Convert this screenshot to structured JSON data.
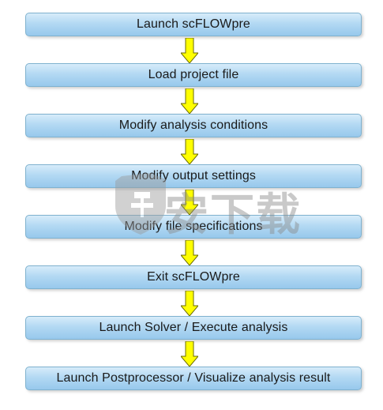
{
  "steps": [
    {
      "label": "Launch scFLOWpre"
    },
    {
      "label": "Load project file"
    },
    {
      "label": "Modify analysis conditions"
    },
    {
      "label": "Modify output settings"
    },
    {
      "label": "Modify file specifications"
    },
    {
      "label": "Exit scFLOWpre"
    },
    {
      "label": "Launch Solver / Execute analysis"
    },
    {
      "label": "Launch Postprocessor / Visualize analysis result"
    }
  ],
  "colors": {
    "box_fill": "#b3d9f3",
    "box_border": "#7fb2cf",
    "arrow_fill": "#ffff00",
    "arrow_stroke": "#6b6b00"
  },
  "watermark": {
    "text": "安下载",
    "icon": "shield-logo-icon"
  }
}
